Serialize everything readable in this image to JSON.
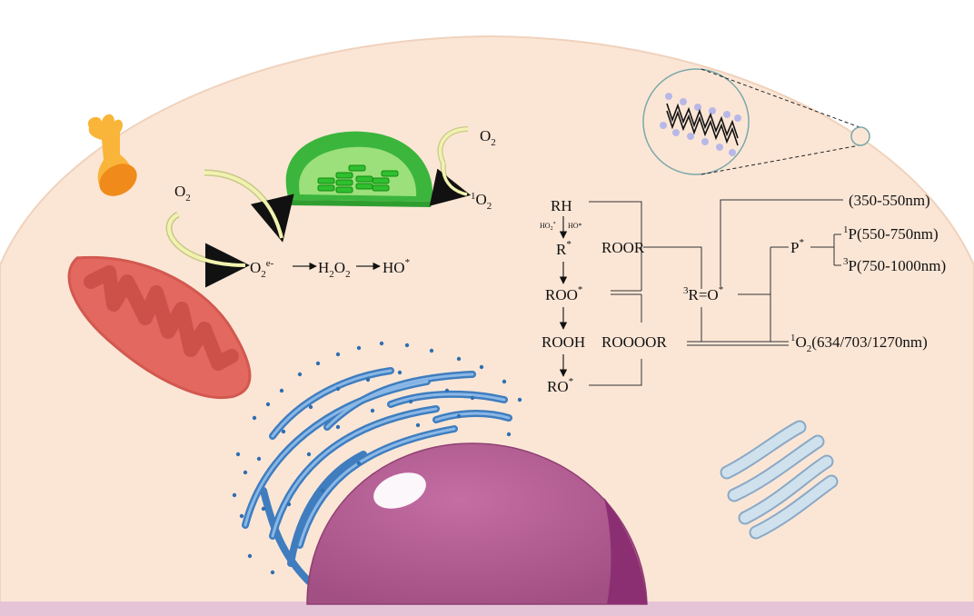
{
  "labels": {
    "chloroplast_o2": "O",
    "chloroplast_o2_sub": "2",
    "chloroplast_1o2_sup": "1",
    "chloroplast_1o2": "O",
    "chloroplast_1o2_sub": "2",
    "mito_o2": "O",
    "mito_o2_sub": "2",
    "superoxide": "O",
    "superoxide_sub": "2",
    "superoxide_sup": "e-",
    "h2o2_a": "H",
    "h2o2_sub1": "2",
    "h2o2_b": "O",
    "h2o2_sub2": "2",
    "hydroxyl": "HO",
    "hydroxyl_sup": "*"
  },
  "pathway": {
    "rh": "RH",
    "ho2": "HO",
    "ho2_sub": "2",
    "ho2_sup": "*",
    "ho_small": "HO*",
    "r_radical": "R",
    "r_radical_sup": "*",
    "roo": "ROO",
    "roo_sup": "*",
    "rooh": "ROOH",
    "ro": "RO",
    "ro_sup": "*",
    "roor": "ROOR",
    "rooooor": "ROOOOR",
    "triplet_sup": "3",
    "triplet": "R=O",
    "triplet_star": "*",
    "p_star": "P",
    "p_star_sup": "*",
    "p1_sup": "1",
    "p1": "P(550-750nm)",
    "p3_sup": "3",
    "p3": "P(750-1000nm)",
    "uv": "(350-550nm)",
    "singlet_sup": "1",
    "singlet": "O",
    "singlet_sub": "2",
    "singlet_range": "(634/703/1270nm)"
  },
  "colors": {
    "cytoplasm": "#fbe6d6",
    "membrane": "#f3d4c0",
    "chloroplast_outer": "#3cb53c",
    "chloroplast_inner": "#9be07a",
    "mitochondrion": "#e26860",
    "nucleus": "#b35b91",
    "er": "#3f7dbf",
    "golgi": "#cfe1ec",
    "arrow_fill": "#f2f2b0"
  }
}
